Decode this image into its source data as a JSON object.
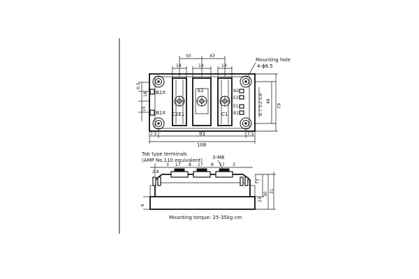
{
  "top_view": {
    "dim_total_width": "108",
    "dim_hole_spacing": "93",
    "dim_edge_left": "7.5",
    "dim_edge_right": "7.5",
    "dim_top_a": "50",
    "dim_top_b": "43",
    "dim_term_1": "14",
    "dim_term_2": "14",
    "dim_term_3": "14",
    "dim_left_05": "0.5",
    "dim_left_18": "18",
    "dim_left_15": "15",
    "dim_right_48": "48",
    "dim_right_62": "62",
    "dim_right_stack": "8.7 5.2 5.6",
    "label_b2x": "B2X",
    "label_b1x": "B1X",
    "label_e2": "E2",
    "label_c2e1": "C2E1",
    "label_c1": "C1",
    "label_b2": "B2",
    "label_e2_small": "E2",
    "label_e1": "E1",
    "label_b1": "B1",
    "mounting_hole_title": "Mounting hole",
    "mounting_hole_spec": "4-ϕ6.5"
  },
  "side_view": {
    "tab_title": "Tab type terminals",
    "tab_sub": "(AMP No.110 equivalent)",
    "screw_label": "3-M6",
    "dim_28": "2.8",
    "dim_3a": "3",
    "dim_17a": "17",
    "dim_8a": "8",
    "dim_17b": "17",
    "dim_8b": "8",
    "dim_17c": "17",
    "dim_3b": "3",
    "dim_7": "7",
    "dim_23": "23",
    "dim_30": "30",
    "dim_31": "31",
    "dim_6": "6",
    "torque_note": "Mounting torque: 25-35kg·cm"
  }
}
